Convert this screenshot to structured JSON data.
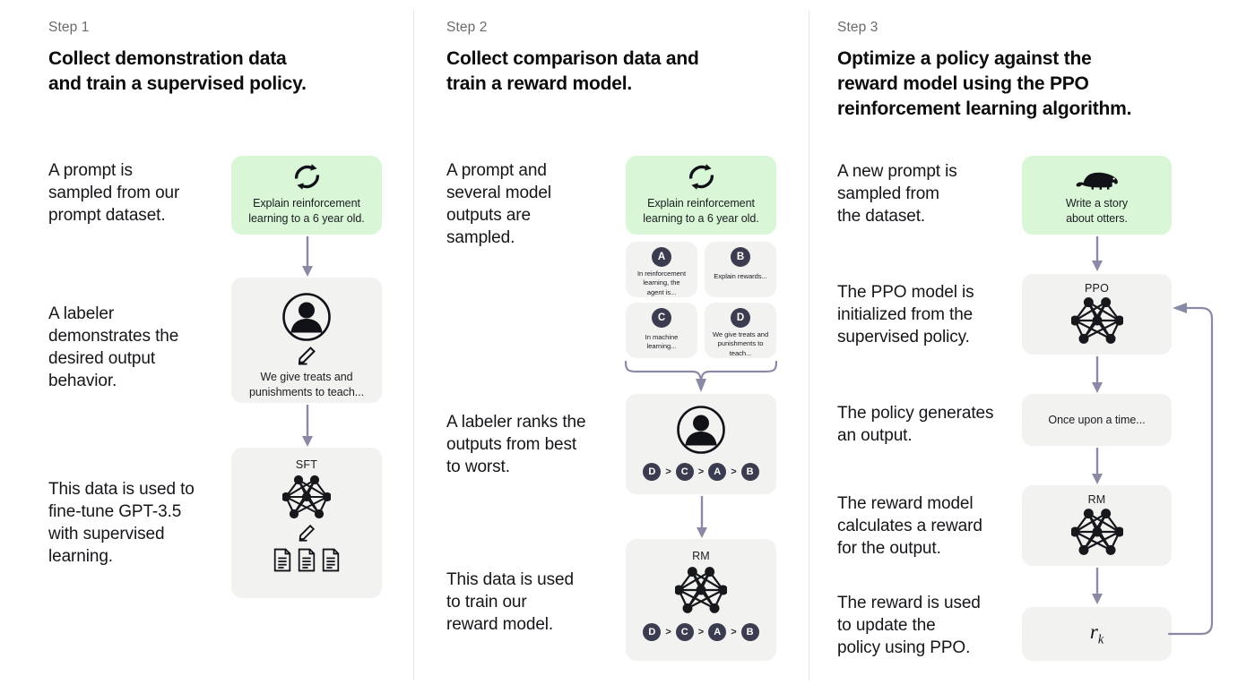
{
  "steps": [
    {
      "label": "Step 1",
      "title_line1": "Collect demonstration data",
      "title_line2": "and train a supervised policy.",
      "descriptions": [
        "A prompt is\nsampled from our\nprompt dataset.",
        "A labeler\ndemonstrates the\ndesired output\nbehavior.",
        "This data is used to\nfine-tune GPT-3.5\nwith supervised\nlearning."
      ],
      "cards": [
        {
          "name": "prompt-card",
          "style": "green",
          "icon": "refresh-loop-icon",
          "text": "Explain reinforcement\nlearning to a 6 year old."
        },
        {
          "name": "labeler-card",
          "style": "grey",
          "icon": "person-circle-icon",
          "secondary_icon": "pencil-icon",
          "text": "We give treats and\npunishments to teach..."
        },
        {
          "name": "sft-card",
          "style": "grey",
          "title": "SFT",
          "icon": "neural-network-icon",
          "secondary_icon": "pencil-icon",
          "tertiary_icon": "documents-icon"
        }
      ]
    },
    {
      "label": "Step 2",
      "title_line1": "Collect comparison data and",
      "title_line2": "train a reward model.",
      "descriptions": [
        "A prompt and\nseveral model\noutputs are\nsampled.",
        "A labeler ranks the\noutputs from best\nto worst.",
        "This data is used\nto train our\nreward model."
      ],
      "cards": [
        {
          "name": "prompt-card",
          "style": "green",
          "icon": "refresh-loop-icon",
          "text": "Explain reinforcement\nlearning to a 6 year old."
        },
        {
          "name": "ranking-card",
          "style": "grey",
          "icon": "person-circle-icon"
        },
        {
          "name": "rm-card",
          "style": "grey",
          "title": "RM",
          "icon": "neural-network-icon"
        }
      ],
      "outputs": [
        {
          "badge": "A",
          "text": "In reinforcement\nlearning, the\nagent is..."
        },
        {
          "badge": "B",
          "text": "Explain rewards..."
        },
        {
          "badge": "C",
          "text": "In machine\nlearning..."
        },
        {
          "badge": "D",
          "text": "We give treats and\npunishments to\nteach..."
        }
      ],
      "ranking": [
        "D",
        "C",
        "A",
        "B"
      ],
      "ranking_separator": ">"
    },
    {
      "label": "Step 3",
      "title_line1": "Optimize a policy against the",
      "title_line2": "reward model using the PPO",
      "title_line3": "reinforcement learning algorithm.",
      "descriptions": [
        "A new prompt is\nsampled from\nthe dataset.",
        "The PPO model is\ninitialized from the\nsupervised policy.",
        "The policy generates\nan output.",
        "The reward model\ncalculates a reward\nfor the output.",
        "The reward is used\nto update the\npolicy using PPO."
      ],
      "cards": [
        {
          "name": "new-prompt-card",
          "style": "green",
          "icon": "otter-icon",
          "text": "Write a story\nabout otters."
        },
        {
          "name": "ppo-card",
          "style": "grey",
          "title": "PPO",
          "icon": "neural-network-icon"
        },
        {
          "name": "output-card",
          "style": "grey",
          "text": "Once upon a time..."
        },
        {
          "name": "rm-card",
          "style": "grey",
          "title": "RM",
          "icon": "neural-network-icon"
        },
        {
          "name": "reward-card",
          "style": "grey",
          "formula_base": "r",
          "formula_sub": "k"
        }
      ]
    }
  ],
  "colors": {
    "green_card": "#d9f7d7",
    "grey_card": "#f2f2f1",
    "arrow": "#8a89a6",
    "badge": "#3c3c50",
    "text": "#15161a",
    "muted_text": "#6b6b6b",
    "divider": "#e6e6e6"
  }
}
